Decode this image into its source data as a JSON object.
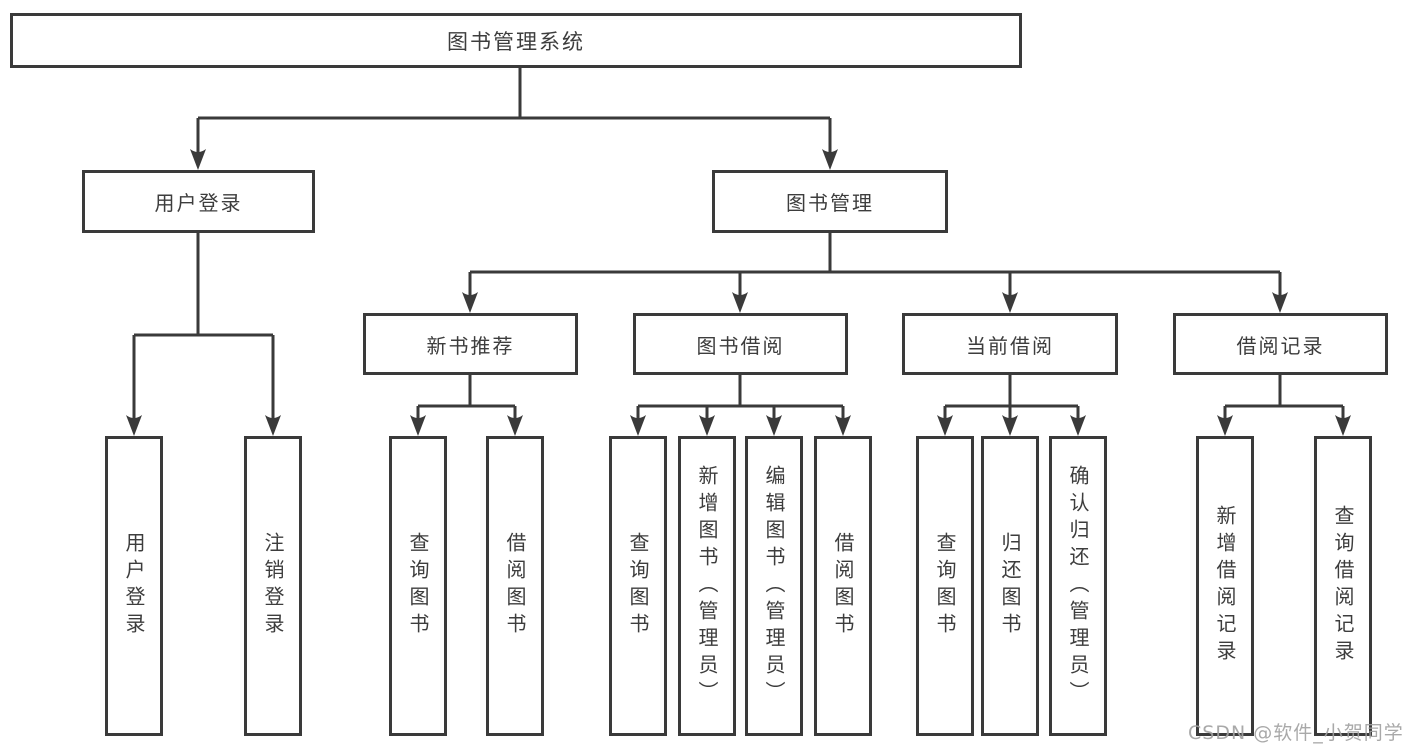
{
  "diagram": {
    "root": {
      "label": "图书管理系统"
    },
    "level2": {
      "user_login": {
        "label": "用户登录"
      },
      "book_management": {
        "label": "图书管理"
      }
    },
    "level3": {
      "new_book_recommend": {
        "label": "新书推荐"
      },
      "book_borrowing": {
        "label": "图书借阅"
      },
      "current_borrowing": {
        "label": "当前借阅"
      },
      "borrowing_records": {
        "label": "借阅记录"
      }
    },
    "leaves": {
      "user_login_children": [
        {
          "label": "用户登录"
        },
        {
          "label": "注销登录"
        }
      ],
      "new_book_recommend_children": [
        {
          "label": "查询图书"
        },
        {
          "label": "借阅图书"
        }
      ],
      "book_borrowing_children": [
        {
          "label": "查询图书"
        },
        {
          "label": "新增图书（管理员）"
        },
        {
          "label": "编辑图书（管理员）"
        },
        {
          "label": "借阅图书"
        }
      ],
      "current_borrowing_children": [
        {
          "label": "查询图书"
        },
        {
          "label": "归还图书"
        },
        {
          "label": "确认归还（管理员）"
        }
      ],
      "borrowing_records_children": [
        {
          "label": "新增借阅记录"
        },
        {
          "label": "查询借阅记录"
        }
      ]
    }
  },
  "watermark": {
    "text": "CSDN @软件_小贺同学"
  },
  "colors": {
    "line": "#3a3a3a",
    "text": "#3d3d3d",
    "watermark": "#a2a2a2",
    "background": "#ffffff"
  }
}
